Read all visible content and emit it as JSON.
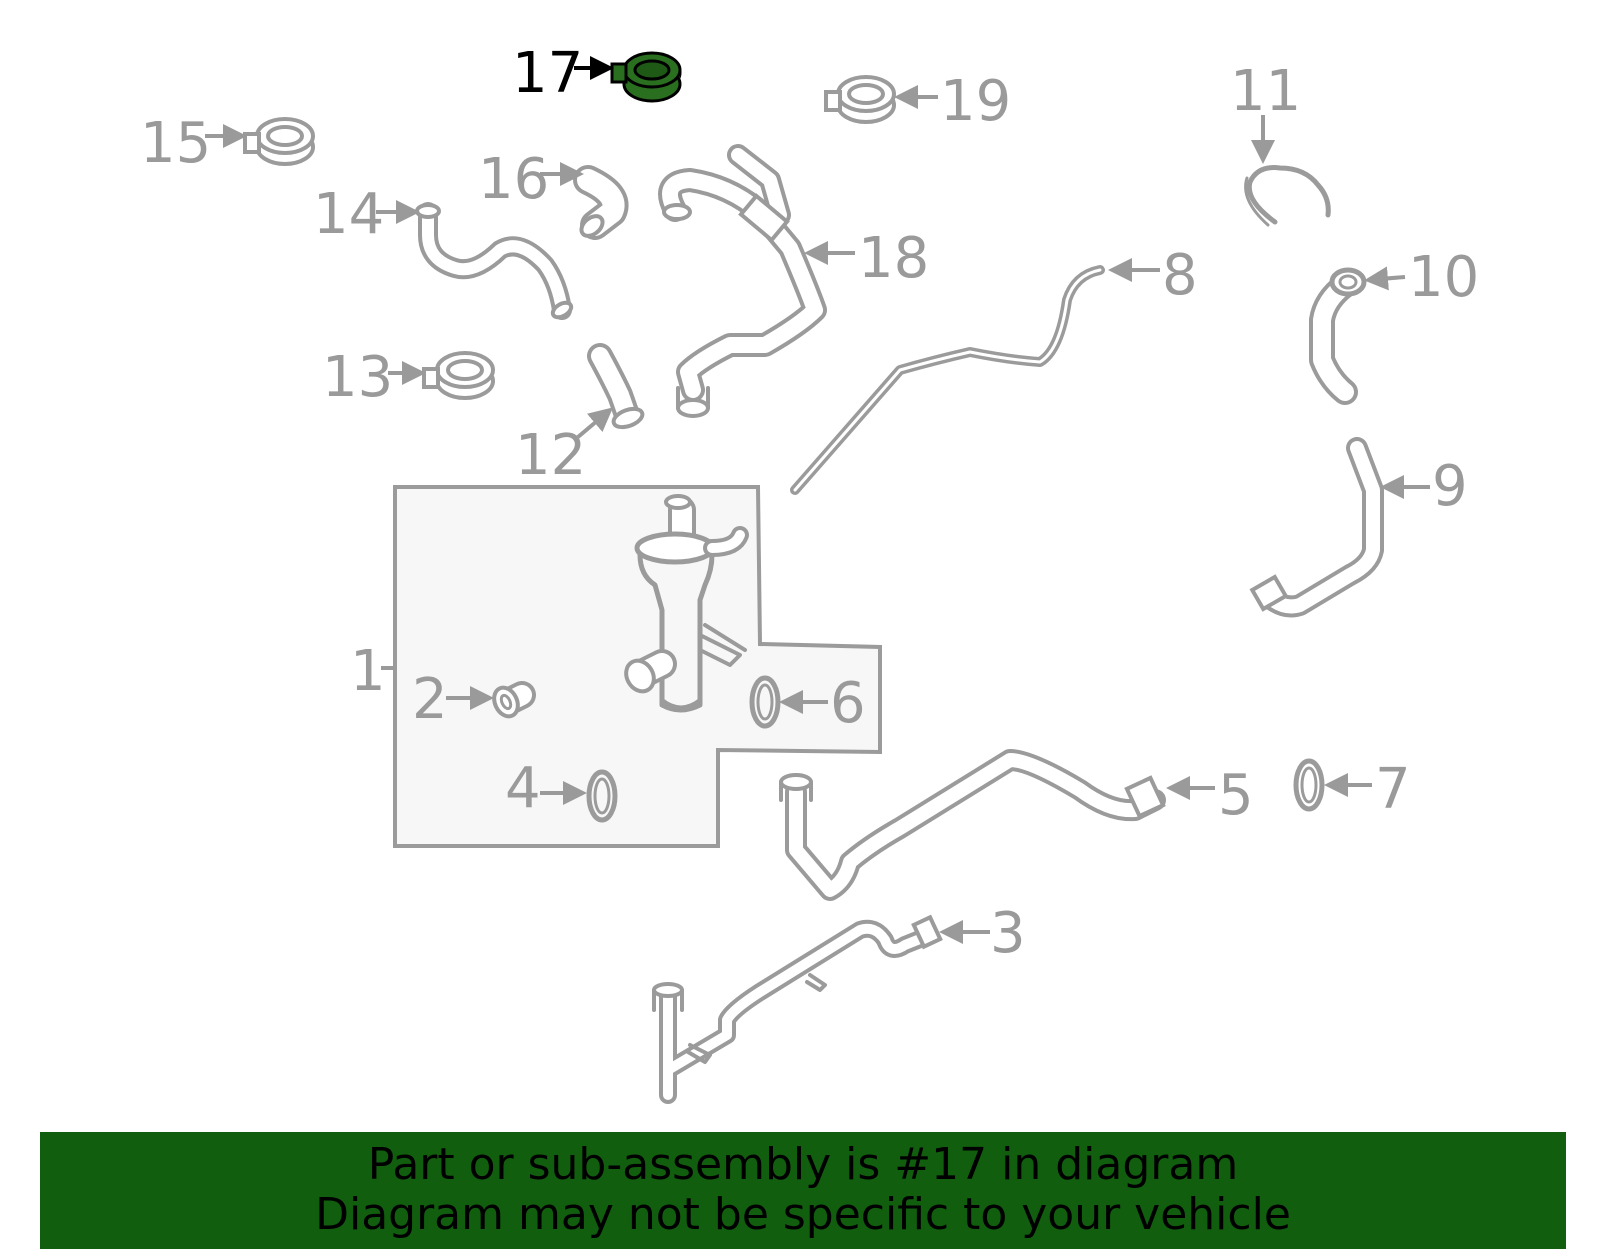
{
  "colors": {
    "highlight_part": "#2a6f1f",
    "line_gray": "#9b9b9b",
    "label_gray": "#9a9a9a",
    "highlight_label": "#000000",
    "banner_bg": "#115e0e",
    "box_fill": "#f7f7f7"
  },
  "callouts": [
    {
      "id": "1",
      "label": "1"
    },
    {
      "id": "2",
      "label": "2"
    },
    {
      "id": "3",
      "label": "3"
    },
    {
      "id": "4",
      "label": "4"
    },
    {
      "id": "5",
      "label": "5"
    },
    {
      "id": "6",
      "label": "6"
    },
    {
      "id": "7",
      "label": "7"
    },
    {
      "id": "8",
      "label": "8"
    },
    {
      "id": "9",
      "label": "9"
    },
    {
      "id": "10",
      "label": "10"
    },
    {
      "id": "11",
      "label": "11"
    },
    {
      "id": "12",
      "label": "12"
    },
    {
      "id": "13",
      "label": "13"
    },
    {
      "id": "14",
      "label": "14"
    },
    {
      "id": "15",
      "label": "15"
    },
    {
      "id": "16",
      "label": "16"
    },
    {
      "id": "17",
      "label": "17"
    },
    {
      "id": "18",
      "label": "18"
    },
    {
      "id": "19",
      "label": "19"
    }
  ],
  "highlighted_callout": "17",
  "banner": {
    "line1": "Part or sub-assembly is #17 in diagram",
    "line2": "Diagram may not be specific to your vehicle"
  }
}
